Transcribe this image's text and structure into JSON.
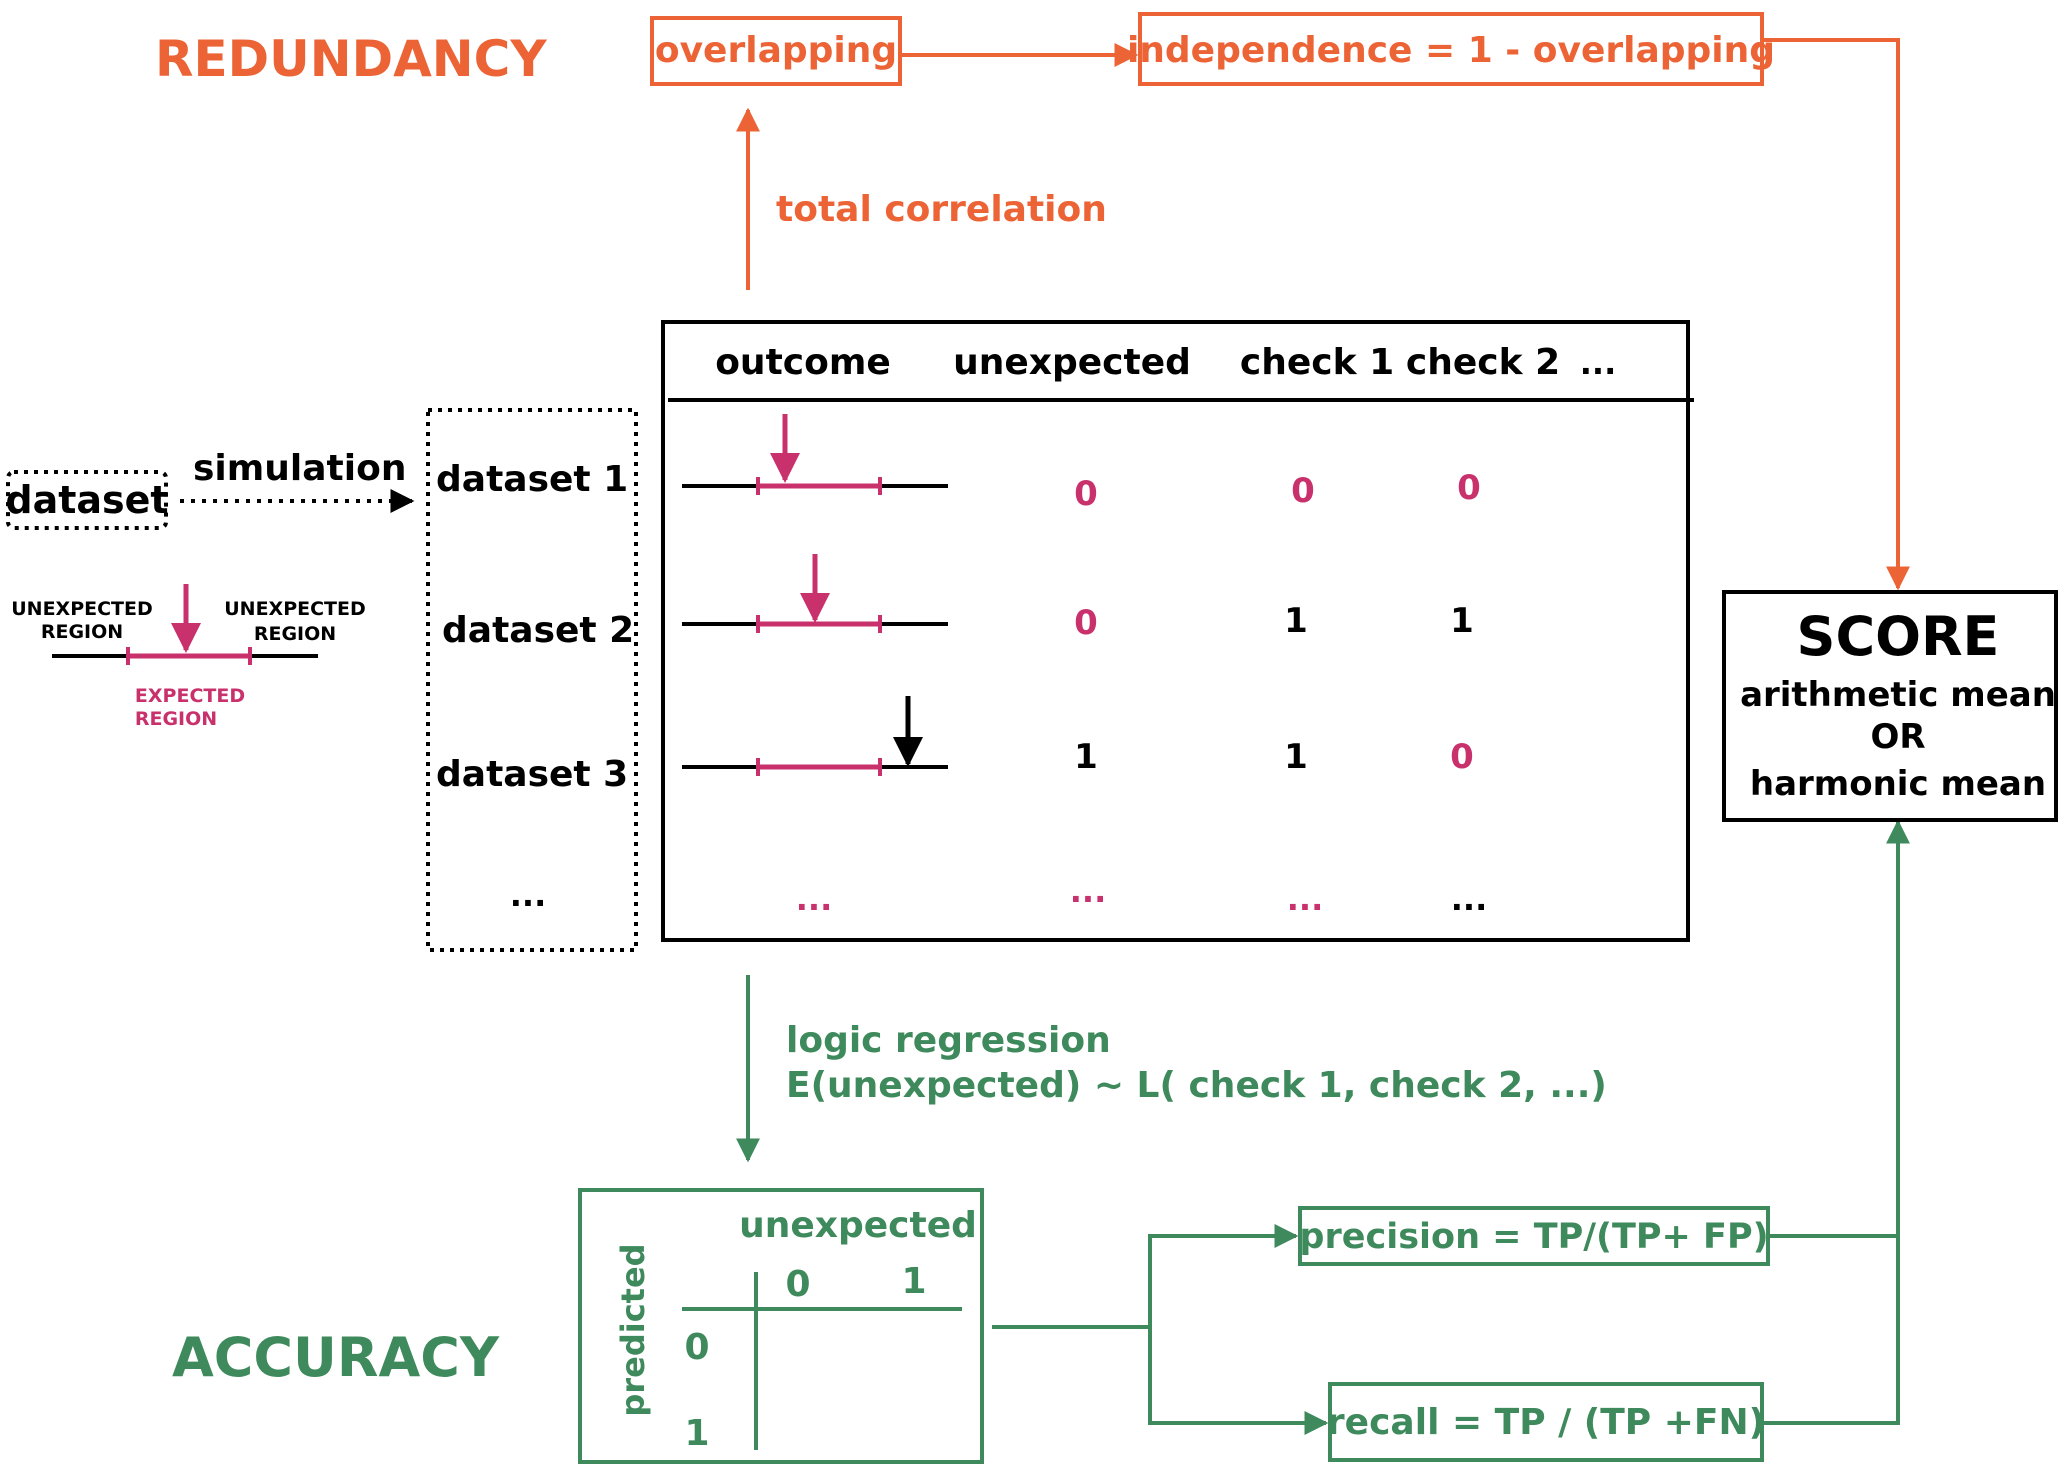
{
  "colors": {
    "redundancy": "#ec6436",
    "accuracy": "#3e8a5c",
    "expected": "#c8316b",
    "neutral": "#000000"
  },
  "redundancy": {
    "title": "REDUNDANCY",
    "overlapping": "overlapping",
    "independence": "independence = 1 - overlapping",
    "total_correlation": "total correlation"
  },
  "input": {
    "dataset": "dataset",
    "simulation": "simulation",
    "legend": {
      "unexpected_left_1": "UNEXPECTED",
      "unexpected_left_2": "REGION",
      "unexpected_right_1": "UNEXPECTED",
      "unexpected_right_2": "REGION",
      "expected_1": "EXPECTED",
      "expected_2": "REGION"
    }
  },
  "datasets": [
    "dataset 1",
    "dataset 2",
    "dataset 3",
    "..."
  ],
  "table": {
    "headers": [
      "outcome",
      "unexpected",
      "check 1",
      "check 2",
      "..."
    ],
    "rows": [
      {
        "unexpected": "0",
        "check1": "0",
        "check2": "0"
      },
      {
        "unexpected": "0",
        "check1": "1",
        "check2": "1"
      },
      {
        "unexpected": "1",
        "check1": "1",
        "check2": "0"
      }
    ],
    "ellipsis": [
      "...",
      "...",
      "...",
      "..."
    ]
  },
  "accuracy": {
    "title": "ACCURACY",
    "regression_1": "logic regression",
    "regression_2": "E(unexpected) ~ L( check 1, check 2, ...)",
    "matrix": {
      "col_header": "unexpected",
      "row_header": "predicted",
      "cols": [
        "0",
        "1"
      ],
      "rows": [
        "0",
        "1"
      ]
    },
    "precision": "precision = TP/(TP+ FP)",
    "recall": "recall = TP / (TP +FN)"
  },
  "score": {
    "title": "SCORE",
    "line1": "arithmetic mean",
    "line2": "OR",
    "line3": "harmonic mean"
  }
}
